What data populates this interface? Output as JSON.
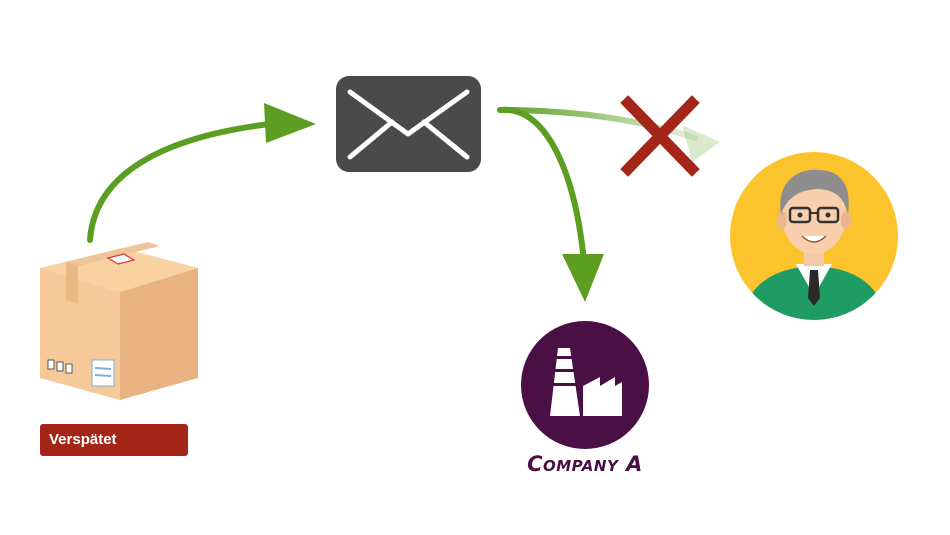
{
  "status_badge": {
    "label": "Verspätet",
    "color": "#a32618"
  },
  "company": {
    "name": "Company A",
    "color": "#4a0f45",
    "icon": "factory-icon"
  },
  "nodes": {
    "package": {
      "icon": "package-box-icon"
    },
    "mail": {
      "icon": "envelope-icon",
      "color": "#4a4a4a"
    },
    "person": {
      "icon": "person-avatar-icon",
      "background": "#fcc42c"
    }
  },
  "connections": [
    {
      "from": "package",
      "to": "mail",
      "status": "delivered"
    },
    {
      "from": "mail",
      "to": "company",
      "status": "delivered"
    },
    {
      "from": "mail",
      "to": "person",
      "status": "blocked"
    }
  ],
  "colors": {
    "arrow": "#5b9e22",
    "blocked_mark": "#a32618"
  }
}
